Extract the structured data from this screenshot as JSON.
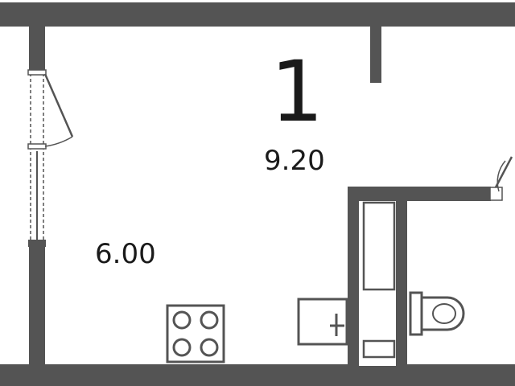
{
  "plan": {
    "room_number": "1",
    "area_main": "9.20",
    "area_kitchen": "6.00",
    "colors": {
      "wall": "#545454",
      "fixture_stroke": "#545454",
      "fixture_fill": "#ffffff",
      "background": "#ffffff",
      "text": "#1a1a1a"
    },
    "icons": [
      "stove-icon",
      "toilet-icon",
      "sink-icon",
      "window-icon",
      "door-swing-icon"
    ]
  }
}
